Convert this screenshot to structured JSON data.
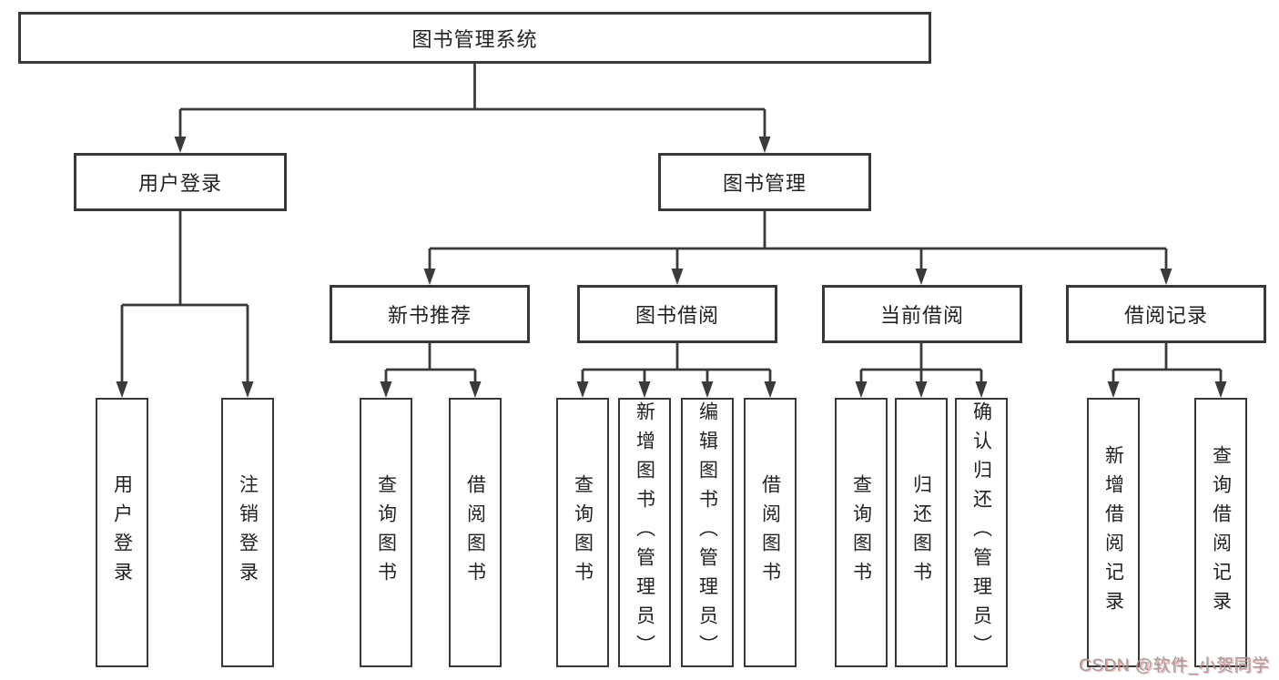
{
  "diagram": {
    "type": "hierarchy-tree",
    "tree": {
      "root": {
        "label": "图书管理系统"
      },
      "level2": [
        {
          "label": "用户登录",
          "children": [
            {
              "label": "用户登录"
            },
            {
              "label": "注销登录"
            }
          ]
        },
        {
          "label": "图书管理",
          "children": [
            {
              "label": "新书推荐",
              "children": [
                {
                  "label": "查询图书"
                },
                {
                  "label": "借阅图书"
                }
              ]
            },
            {
              "label": "图书借阅",
              "children": [
                {
                  "label": "查询图书"
                },
                {
                  "label": "新增图书（管理员）"
                },
                {
                  "label": "编辑图书（管理员）"
                },
                {
                  "label": "借阅图书"
                }
              ]
            },
            {
              "label": "当前借阅",
              "children": [
                {
                  "label": "查询图书"
                },
                {
                  "label": "归还图书"
                },
                {
                  "label": "确认归还（管理员）"
                }
              ]
            },
            {
              "label": "借阅记录",
              "children": [
                {
                  "label": "新增借阅记录"
                },
                {
                  "label": "查询借阅记录"
                }
              ]
            }
          ]
        }
      ]
    },
    "colors": {
      "line": "#3a3a3a",
      "box_border": "#383838",
      "box_fill": "#ffffff",
      "text": "#222222",
      "watermark_gray": "#a0a0a0",
      "watermark_red": "#e64545"
    }
  },
  "watermark": {
    "text": "CSDN @软件_小贺同学"
  }
}
